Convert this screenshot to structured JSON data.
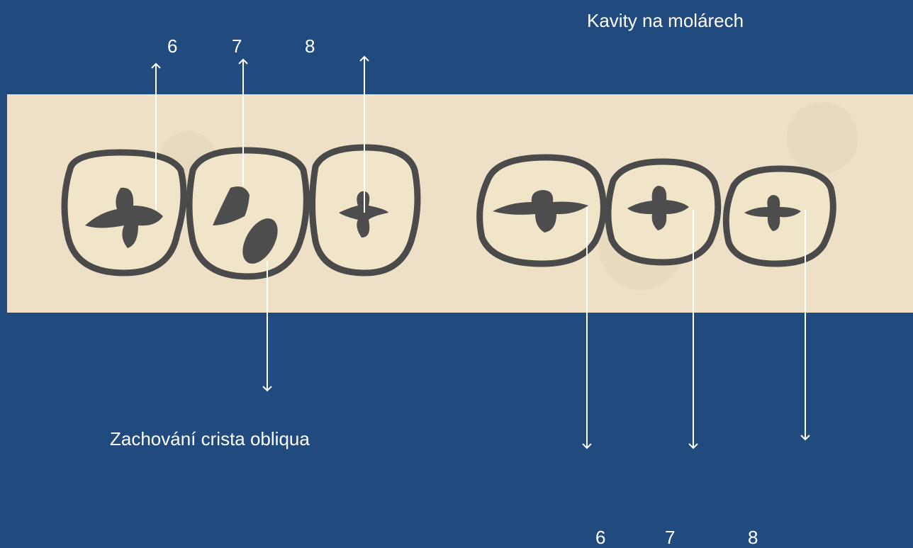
{
  "title": "Kavity na molárech",
  "upper_numbers": [
    "6",
    "7",
    "8"
  ],
  "lower_numbers": [
    "6",
    "7",
    "8"
  ],
  "oblique_label": "Zachování crista obliqua",
  "colors": {
    "background": "#214a7e",
    "paper": "#ede0c6",
    "ink": "#4a4a4a",
    "text": "#ffffff"
  }
}
